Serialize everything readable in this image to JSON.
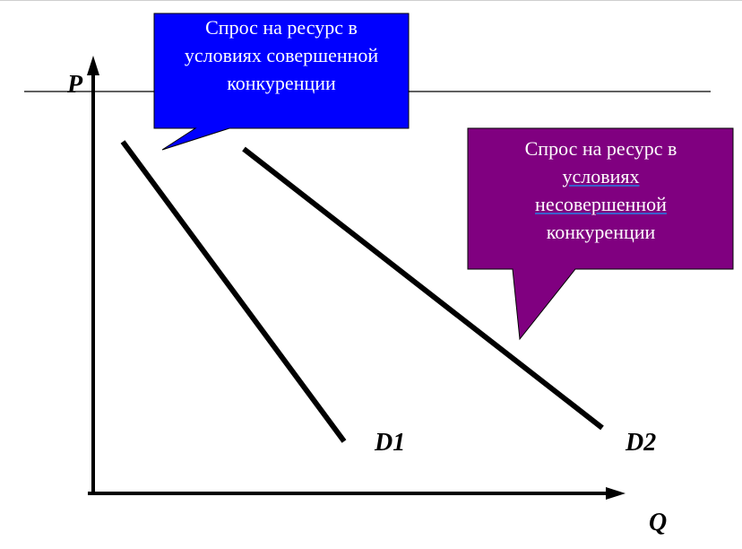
{
  "colors": {
    "blue_callout": "#0000ff",
    "purple_callout": "#800080",
    "lines": "#000000",
    "text_on_callout": "#ffffff"
  },
  "axes": {
    "y_label": "P",
    "x_label": "Q"
  },
  "curves": {
    "d1_label": "D1",
    "d2_label": "D2"
  },
  "callouts": {
    "perfect": {
      "line1": "Спрос на ресурс в",
      "line2": "условиях совершенной",
      "line3": "конкуренции"
    },
    "imperfect": {
      "line1": "Спрос на ресурс в",
      "line2": "условиях",
      "line3": "несовершенной",
      "line4": "конкуренции"
    }
  }
}
